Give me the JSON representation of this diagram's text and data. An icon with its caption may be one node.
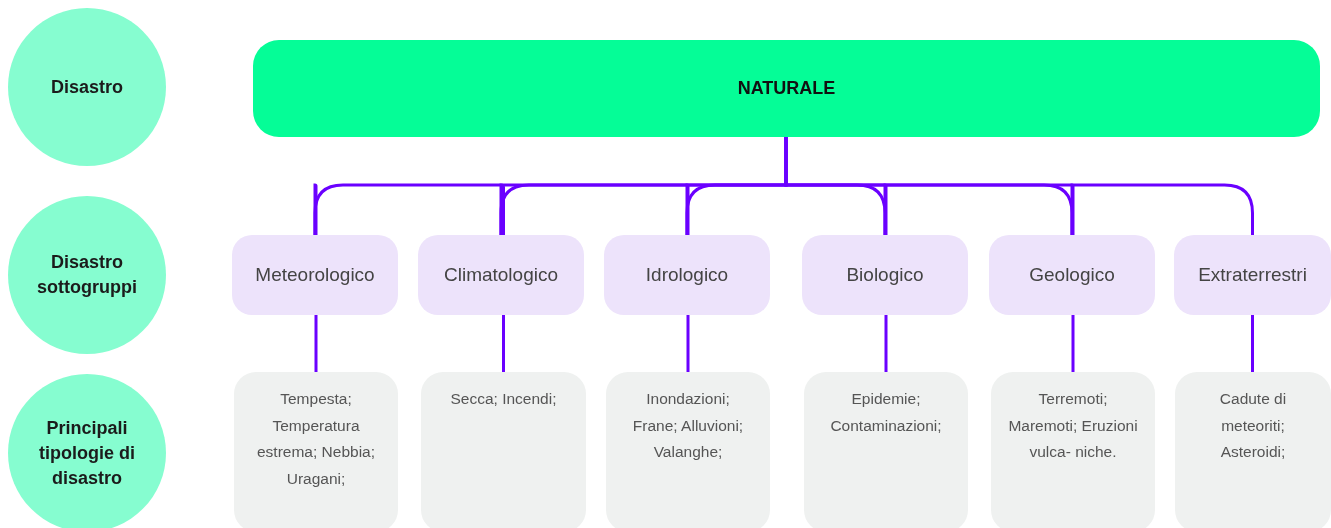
{
  "diagram": {
    "nodes": [
      {
        "text": [
          "Disastro"
        ]
      },
      {
        "text": [
          "NATURALE"
        ]
      },
      {
        "text": [
          "Disastro sottogruppi"
        ]
      },
      {
        "text": [
          "Meteorologico"
        ]
      },
      {
        "text": [
          "Climatologico"
        ]
      },
      {
        "text": [
          "Idrologico"
        ]
      },
      {
        "text": [
          "Biologico"
        ]
      },
      {
        "text": [
          "Geologico"
        ]
      },
      {
        "text": [
          "Extraterrestri"
        ]
      },
      {
        "text": [
          "Principali tipologie di disastro"
        ]
      },
      {
        "text": [
          "Tempesta; Temperatura estrema; Nebbia; Uragani;"
        ]
      },
      {
        "text": [
          "Secca; Incendi;"
        ]
      },
      {
        "text": [
          "Inondazioni; Frane; Alluvioni; Valanghe;"
        ]
      },
      {
        "text": [
          "Epidemie; Contaminazioni;"
        ]
      },
      {
        "text": [
          "Terremoti; Maremoti; Eruzioni vulca- niche."
        ]
      },
      {
        "text": [
          "Cadute di meteoriti; Asteroidi;"
        ]
      }
    ],
    "edges": [
      {
        "from": 1,
        "to": 3,
        "arrow": "none"
      },
      {
        "from": 1,
        "to": 4,
        "arrow": "none"
      },
      {
        "from": 1,
        "to": 5,
        "arrow": "none"
      },
      {
        "from": 1,
        "to": 6,
        "arrow": "none"
      },
      {
        "from": 1,
        "to": 7,
        "arrow": "none"
      },
      {
        "from": 1,
        "to": 8,
        "arrow": "none"
      },
      {
        "from": 3,
        "to": 10,
        "arrow": "none"
      },
      {
        "from": 4,
        "to": 11,
        "arrow": "none"
      },
      {
        "from": 5,
        "to": 12,
        "arrow": "none"
      },
      {
        "from": 6,
        "to": 13,
        "arrow": "none"
      },
      {
        "from": 7,
        "to": 14,
        "arrow": "none"
      },
      {
        "from": 8,
        "to": 15,
        "arrow": "none"
      }
    ]
  }
}
